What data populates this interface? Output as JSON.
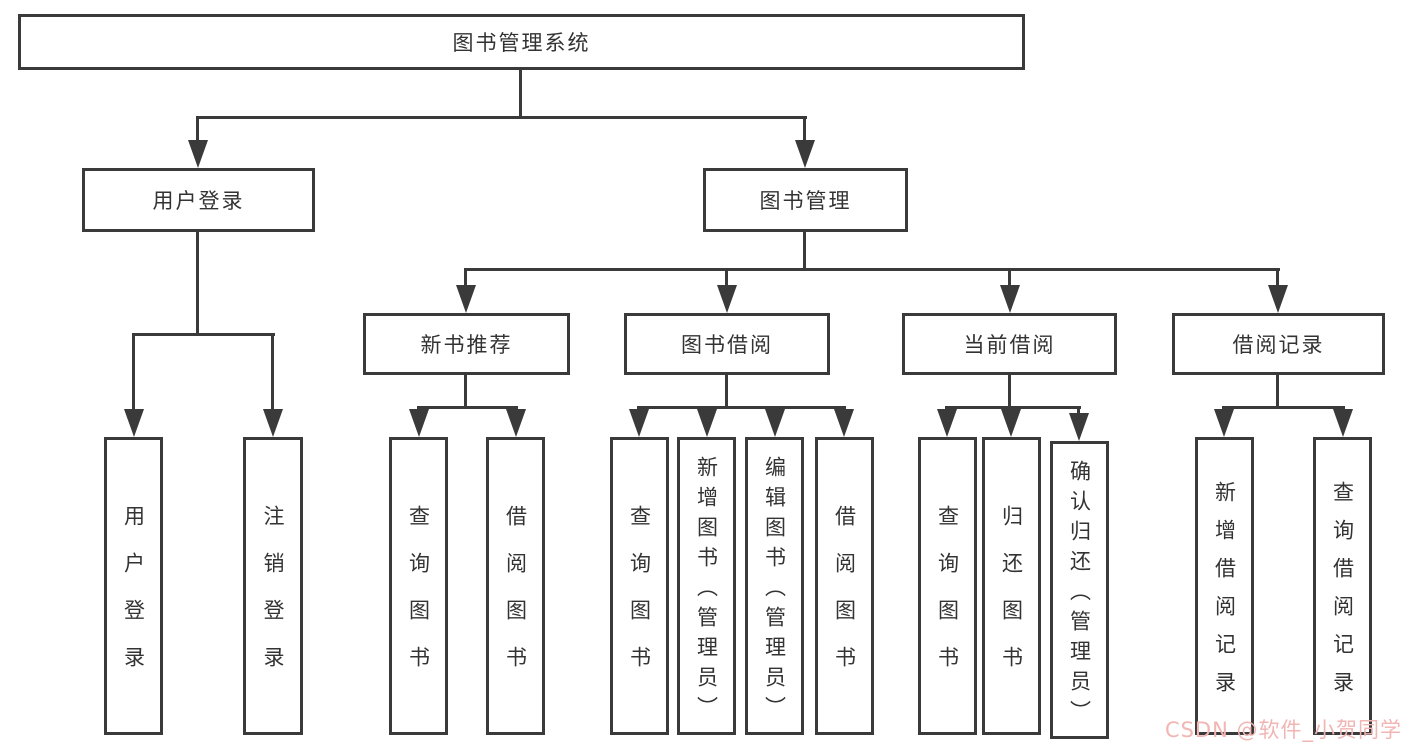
{
  "diagram": {
    "root": {
      "label": "图书管理系统"
    },
    "branches": [
      {
        "label": "用户登录",
        "children": [
          {
            "label": "用户登录"
          },
          {
            "label": "注销登录"
          }
        ]
      },
      {
        "label": "图书管理",
        "children": [
          {
            "label": "新书推荐",
            "children": [
              {
                "label": "查询图书"
              },
              {
                "label": "借阅图书"
              }
            ]
          },
          {
            "label": "图书借阅",
            "children": [
              {
                "label": "查询图书"
              },
              {
                "label": "新增图书（管理员）"
              },
              {
                "label": "编辑图书（管理员）"
              },
              {
                "label": "借阅图书"
              }
            ]
          },
          {
            "label": "当前借阅",
            "children": [
              {
                "label": "查询图书"
              },
              {
                "label": "归还图书"
              },
              {
                "label": "确认归还（管理员）"
              }
            ]
          },
          {
            "label": "借阅记录",
            "children": [
              {
                "label": "新增借阅记录"
              },
              {
                "label": "查询借阅记录"
              }
            ]
          }
        ]
      }
    ]
  },
  "watermark": {
    "text": "CSDN @软件_小贺同学",
    "color": "#f1b5b3"
  },
  "colors": {
    "line": "#3a3a3a",
    "text": "#333333",
    "background": "#ffffff"
  }
}
